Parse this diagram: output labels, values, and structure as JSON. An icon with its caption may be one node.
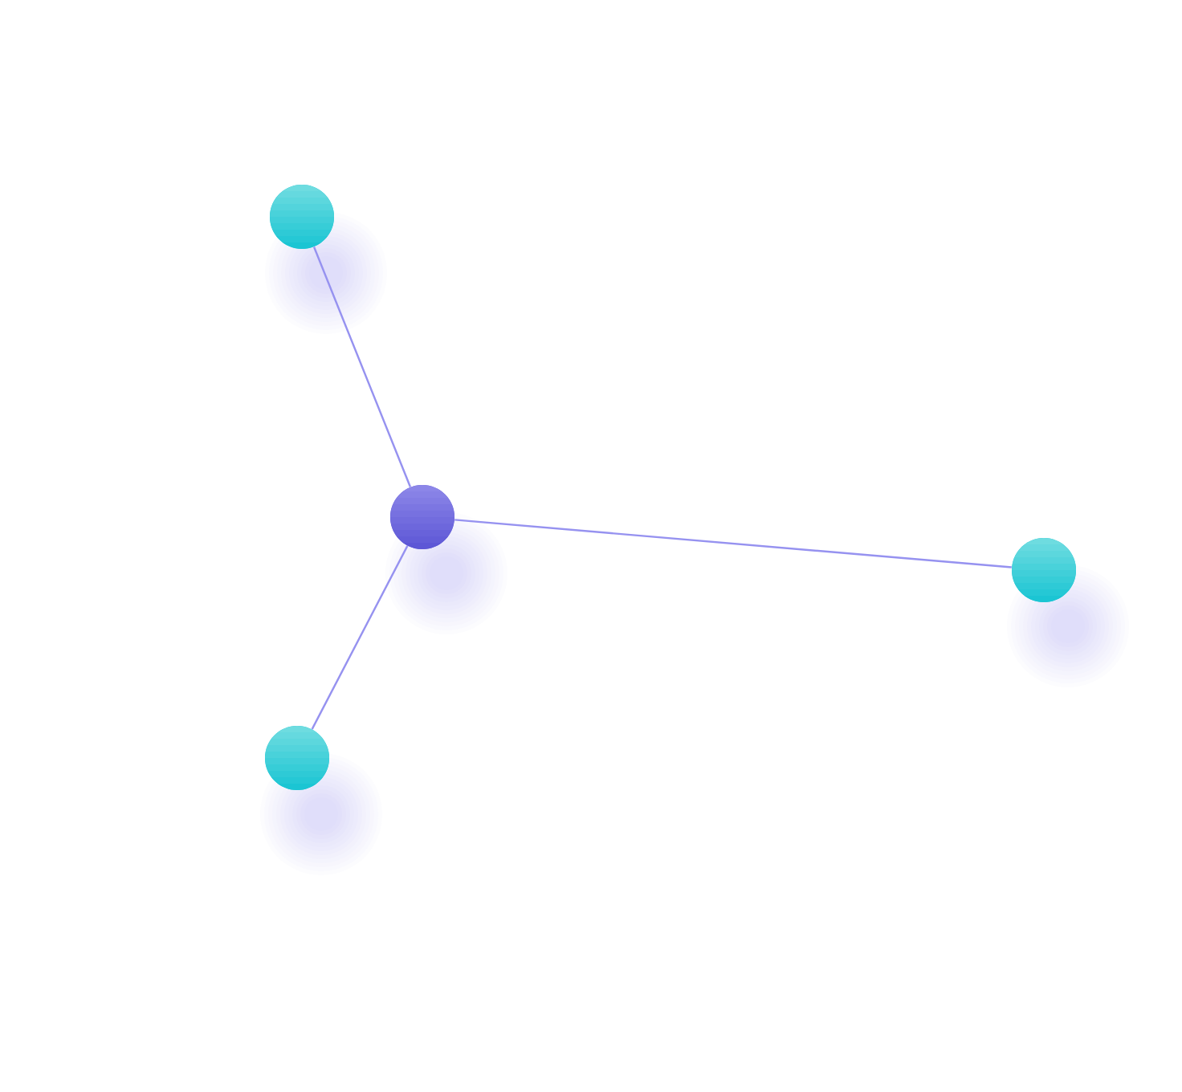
{
  "diagram": {
    "nodes": [
      {
        "text": [],
        "shape": "circle"
      },
      {
        "text": [],
        "shape": "circle"
      },
      {
        "text": [],
        "shape": "circle"
      },
      {
        "text": [],
        "shape": "circle"
      }
    ],
    "edges": [
      {
        "from": 2,
        "to": 1,
        "arrow": "none"
      },
      {
        "from": 2,
        "to": 0,
        "arrow": "none"
      },
      {
        "from": 2,
        "to": 3,
        "arrow": "none"
      }
    ]
  }
}
